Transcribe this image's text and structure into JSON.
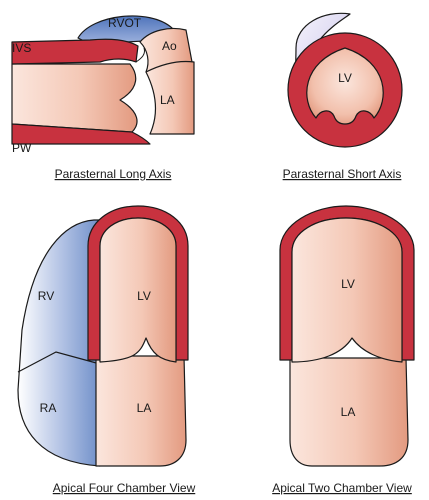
{
  "colors": {
    "tissue_light": "#fbe6dd",
    "tissue_mid": "#f2c0ac",
    "tissue_dark": "#e39a80",
    "muscle": "#c8323f",
    "blue_dark": "#6f8fc9",
    "blue_light": "#ffffff",
    "lavender": "#e4e1f5",
    "outline": "#1a1a1a"
  },
  "views": {
    "plax": {
      "caption": "Parasternal Long Axis",
      "labels": {
        "rvot": "RVOT",
        "ivs": "IVS",
        "ao": "Ao",
        "la": "LA",
        "pw": "PW"
      }
    },
    "psax": {
      "caption": "Parasternal Short Axis",
      "labels": {
        "lv": "LV"
      }
    },
    "a4c": {
      "caption": "Apical Four Chamber View",
      "labels": {
        "rv": "RV",
        "lv": "LV",
        "ra": "RA",
        "la": "LA"
      }
    },
    "a2c": {
      "caption": "Apical Two Chamber View",
      "labels": {
        "lv": "LV",
        "la": "LA"
      }
    }
  }
}
